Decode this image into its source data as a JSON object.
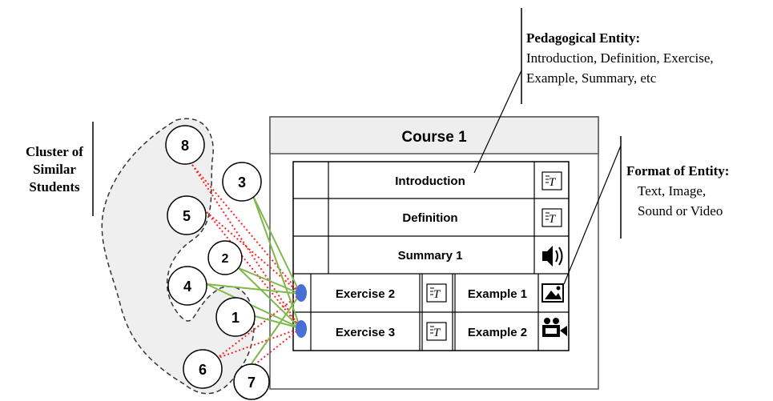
{
  "course": {
    "title": "Course 1",
    "rows": [
      {
        "label": "Introduction",
        "format_icon": "text-icon"
      },
      {
        "label": "Definition",
        "format_icon": "text-icon"
      },
      {
        "label": "Summary 1",
        "format_icon": "sound-icon"
      }
    ],
    "exercise_rows": [
      {
        "exercise": "Exercise 2",
        "exercise_icon": "text-icon",
        "example": "Example 1",
        "example_icon": "image-icon"
      },
      {
        "exercise": "Exercise 3",
        "exercise_icon": "text-icon",
        "example": "Example 2",
        "example_icon": "video-icon"
      }
    ]
  },
  "pedagogical_entity": {
    "title": "Pedagogical Entity:",
    "line1": "Introduction, Definition, Exercise,",
    "line2": "Example, Summary, etc"
  },
  "format_of_entity": {
    "title": "Format of Entity:",
    "line1": "Text, Image,",
    "line2": "Sound or Video"
  },
  "cluster": {
    "line1": "Cluster of",
    "line2": "Similar",
    "line3": "Students"
  },
  "students": [
    "8",
    "3",
    "5",
    "2",
    "4",
    "1",
    "6",
    "7"
  ],
  "colors": {
    "similar_link": "#ff2222",
    "recommend_link": "#7fb84a",
    "node_fill": "#4a6fd4",
    "cluster_fill": "#efefef",
    "header_fill": "#eeeeee"
  }
}
